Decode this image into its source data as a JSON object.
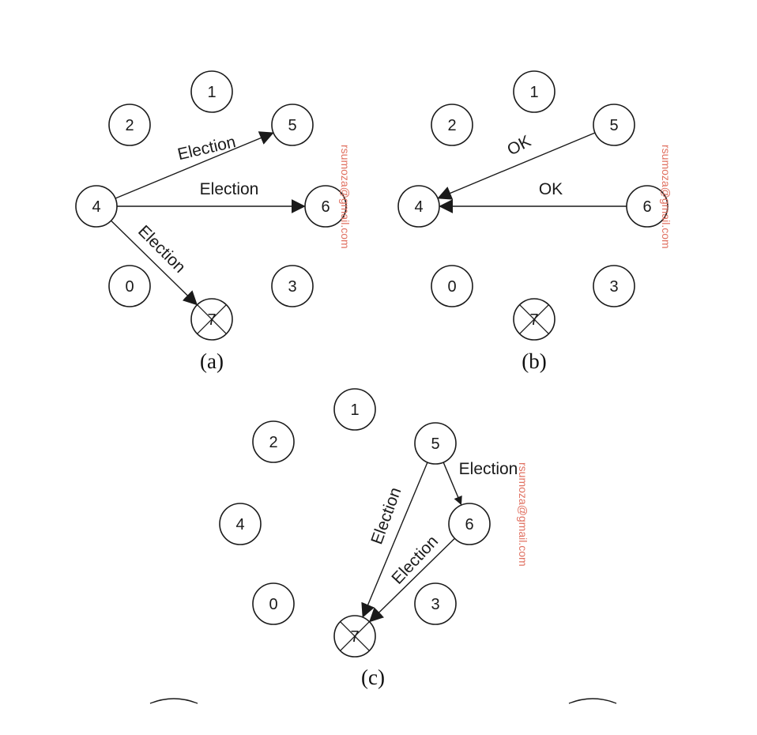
{
  "panels": [
    {
      "id": "a",
      "caption": "(a)",
      "watermark": "rsumoza@gmail.com",
      "nodes": [
        {
          "id": "1",
          "label": "1"
        },
        {
          "id": "2",
          "label": "2"
        },
        {
          "id": "5",
          "label": "5"
        },
        {
          "id": "4",
          "label": "4"
        },
        {
          "id": "6",
          "label": "6"
        },
        {
          "id": "0",
          "label": "0"
        },
        {
          "id": "3",
          "label": "3"
        },
        {
          "id": "7",
          "label": "7",
          "crossed": true
        }
      ],
      "edges": [
        {
          "from": "4",
          "to": "5",
          "label": "Election"
        },
        {
          "from": "4",
          "to": "6",
          "label": "Election"
        },
        {
          "from": "4",
          "to": "7",
          "label": "Election"
        }
      ]
    },
    {
      "id": "b",
      "caption": "(b)",
      "watermark": "rsumoza@gmail.com",
      "nodes": [
        {
          "id": "1",
          "label": "1"
        },
        {
          "id": "2",
          "label": "2"
        },
        {
          "id": "5",
          "label": "5"
        },
        {
          "id": "4",
          "label": "4"
        },
        {
          "id": "6",
          "label": "6"
        },
        {
          "id": "0",
          "label": "0"
        },
        {
          "id": "3",
          "label": "3"
        },
        {
          "id": "7",
          "label": "7",
          "crossed": true
        }
      ],
      "edges": [
        {
          "from": "5",
          "to": "4",
          "label": "OK"
        },
        {
          "from": "6",
          "to": "4",
          "label": "OK"
        }
      ]
    },
    {
      "id": "c",
      "caption": "(c)",
      "watermark": "rsumoza@gmail.com",
      "nodes": [
        {
          "id": "1",
          "label": "1"
        },
        {
          "id": "2",
          "label": "2"
        },
        {
          "id": "5",
          "label": "5"
        },
        {
          "id": "4",
          "label": "4"
        },
        {
          "id": "6",
          "label": "6"
        },
        {
          "id": "0",
          "label": "0"
        },
        {
          "id": "3",
          "label": "3"
        },
        {
          "id": "7",
          "label": "7",
          "crossed": true
        }
      ],
      "edges": [
        {
          "from": "5",
          "to": "6",
          "label": "Election"
        },
        {
          "from": "5",
          "to": "7",
          "label": "Election"
        },
        {
          "from": "6",
          "to": "7",
          "label": "Election"
        }
      ]
    }
  ]
}
